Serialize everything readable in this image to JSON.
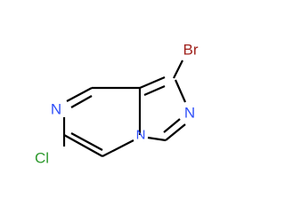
{
  "molecule": {
    "atoms": {
      "br": {
        "symbol": "Br",
        "color": "#a0221d"
      },
      "cl": {
        "symbol": "Cl",
        "color": "#2f9a2f"
      },
      "n_pyrazine": {
        "symbol": "N",
        "color": "#3050f8"
      },
      "n_imidazole": {
        "symbol": "N",
        "color": "#3050f8"
      },
      "n_bridge": {
        "symbol": "N",
        "color": "#3050f8"
      }
    }
  }
}
